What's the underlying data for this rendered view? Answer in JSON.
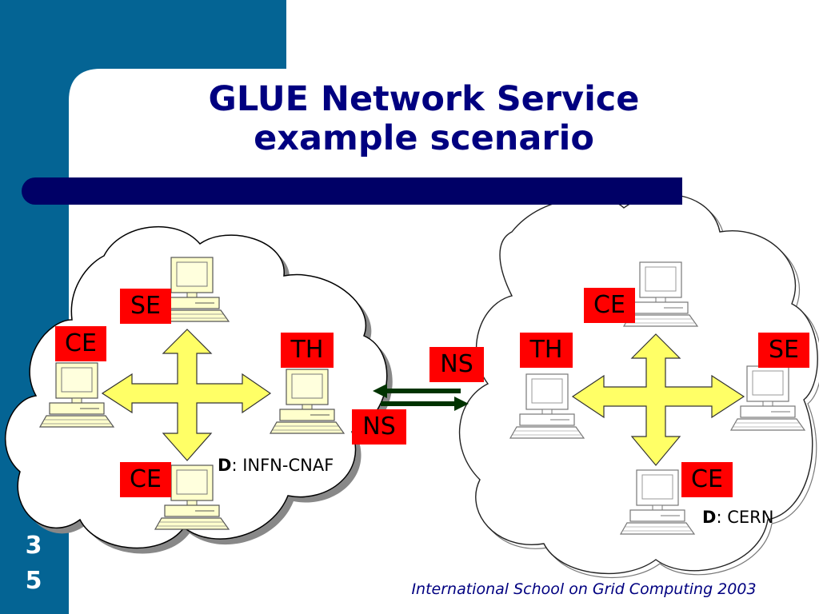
{
  "title": {
    "line1": "GLUE Network Service",
    "line2": "example scenario"
  },
  "slide_number": {
    "digit1": "3",
    "digit2": "5"
  },
  "footer": "International School on Grid Computing 2003",
  "colors": {
    "sidebar": "#046494",
    "title": "#000080",
    "bar": "#000066",
    "tag": "#ff0000",
    "arrow_fill": "#ffff66",
    "link_arrow": "#003300"
  },
  "domains": [
    {
      "prefix": "D",
      "name": ": INFN-CNAF"
    },
    {
      "prefix": "D",
      "name": ": CERN"
    }
  ],
  "tags": {
    "left": {
      "se": "SE",
      "ce_top": "CE",
      "th": "TH",
      "ce_bottom": "CE",
      "ns": "NS"
    },
    "right": {
      "ce_top": "CE",
      "th": "TH",
      "se": "SE",
      "ce_bottom": "CE",
      "ns": "NS"
    }
  },
  "icons": [
    "computer-icon",
    "cloud-shape",
    "four-way-arrow",
    "double-arrow"
  ]
}
